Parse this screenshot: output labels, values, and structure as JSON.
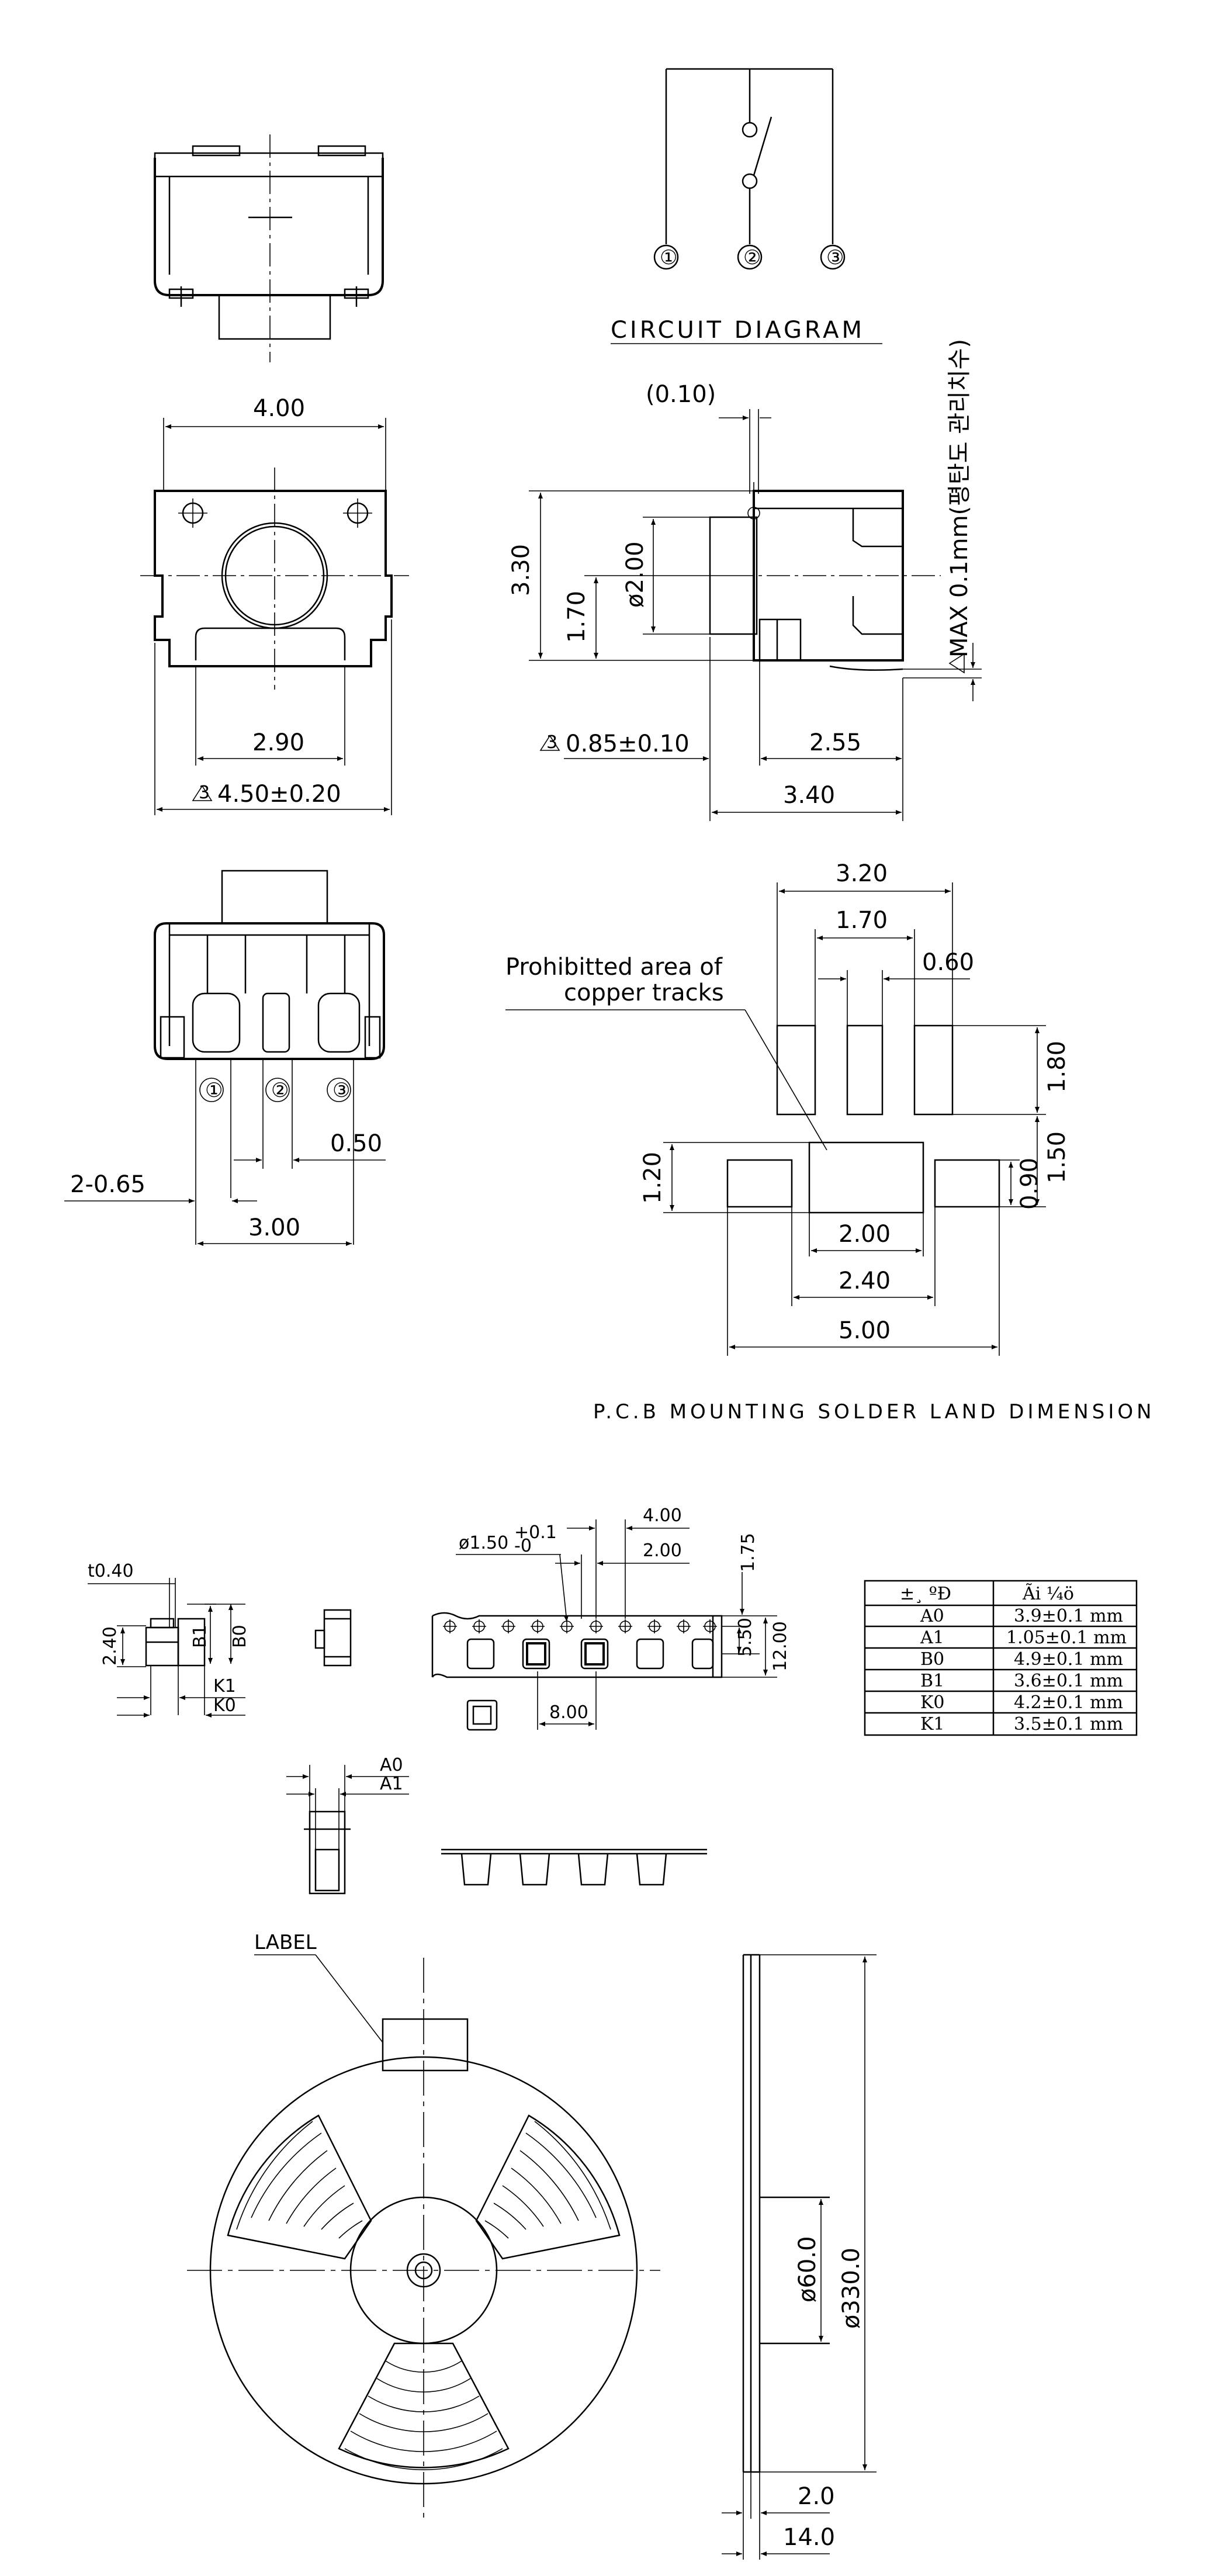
{
  "circuit": {
    "title": "CIRCUIT DIAGRAM",
    "pins": [
      "①",
      "②",
      "③"
    ]
  },
  "top_view": {
    "dims": [
      "4.00",
      "2.90",
      "4.50±0.20"
    ]
  },
  "side_view": {
    "dims": [
      "(0.10)",
      "3.30",
      "1.70",
      "ø2.00",
      "0.85±0.10",
      "2.55",
      "3.40"
    ],
    "note": "MAX 0.1mm(평탄도 관리치수)"
  },
  "front_view": {
    "pins": [
      "①",
      "②",
      "③"
    ],
    "dims": [
      "2-0.65",
      "0.50",
      "3.00"
    ]
  },
  "pcb_land": {
    "note_line1": "Prohibitted area of",
    "note_line2": "copper tracks",
    "dims": [
      "3.20",
      "1.70",
      "0.60",
      "1.80",
      "1.50",
      "0.90",
      "1.20",
      "2.00",
      "2.40",
      "5.00"
    ],
    "title": "P.C.B MOUNTING SOLDER LAND DIMENSION"
  },
  "tape": {
    "dims": [
      "t0.40",
      "2.40",
      "B1",
      "B0",
      "K1",
      "K0",
      "A0",
      "A1",
      "ø1.50",
      "+0.1",
      "-0",
      "4.00",
      "2.00",
      "1.75",
      "5.50",
      "12.00",
      "8.00"
    ]
  },
  "table": {
    "header": [
      "±¸ ºÐ",
      "Ãi ¼ö"
    ],
    "rows": [
      {
        "k": "A0",
        "v": "3.9±0.1 mm"
      },
      {
        "k": "A1",
        "v": "1.05±0.1 mm"
      },
      {
        "k": "B0",
        "v": "4.9±0.1 mm"
      },
      {
        "k": "B1",
        "v": "3.6±0.1 mm"
      },
      {
        "k": "K0",
        "v": "4.2±0.1 mm"
      },
      {
        "k": "K1",
        "v": "3.5±0.1 mm"
      }
    ]
  },
  "reel": {
    "label": "LABEL",
    "dims": [
      "ø60.0",
      "ø330.0",
      "2.0",
      "14.0"
    ]
  }
}
